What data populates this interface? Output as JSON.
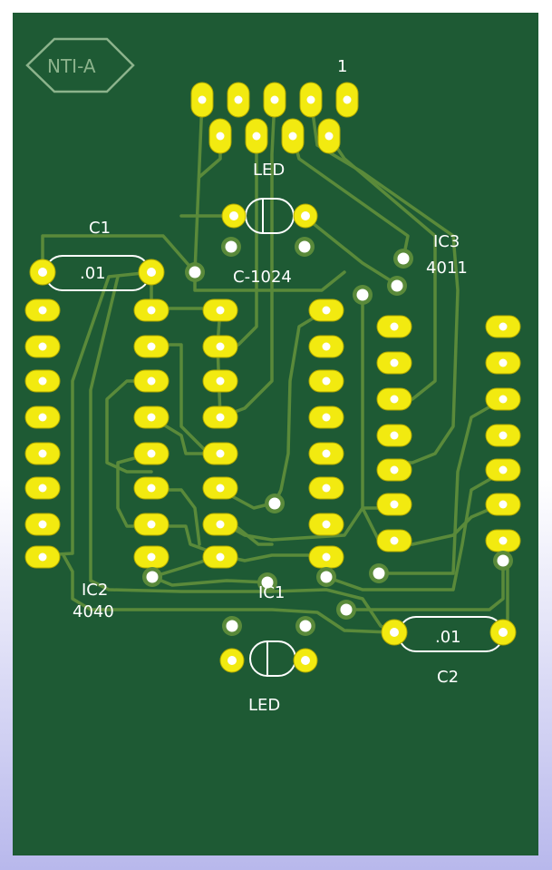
{
  "board": {
    "logo_text": "NTI-A",
    "pin1_marker": "1",
    "colors": {
      "board": "#1e5a34",
      "trace": "#5a8a3a",
      "pad": "#f2ea10",
      "pad_edge": "#b0a800",
      "drill": "#ffffff",
      "silk": "#ffffff",
      "logo": "#8cb38c"
    }
  },
  "connector": {
    "label": "LED"
  },
  "led_top": {
    "label": "LED"
  },
  "led_bottom": {
    "label": "LED"
  },
  "c1": {
    "name": "C1",
    "value": ".01"
  },
  "c2": {
    "name": "C2",
    "value": ".01"
  },
  "c_1024": {
    "label": "C-1024"
  },
  "ic1": {
    "name": "IC1"
  },
  "ic2": {
    "name": "IC2",
    "part": "4040"
  },
  "ic3": {
    "name": "IC3",
    "part": "4011"
  }
}
